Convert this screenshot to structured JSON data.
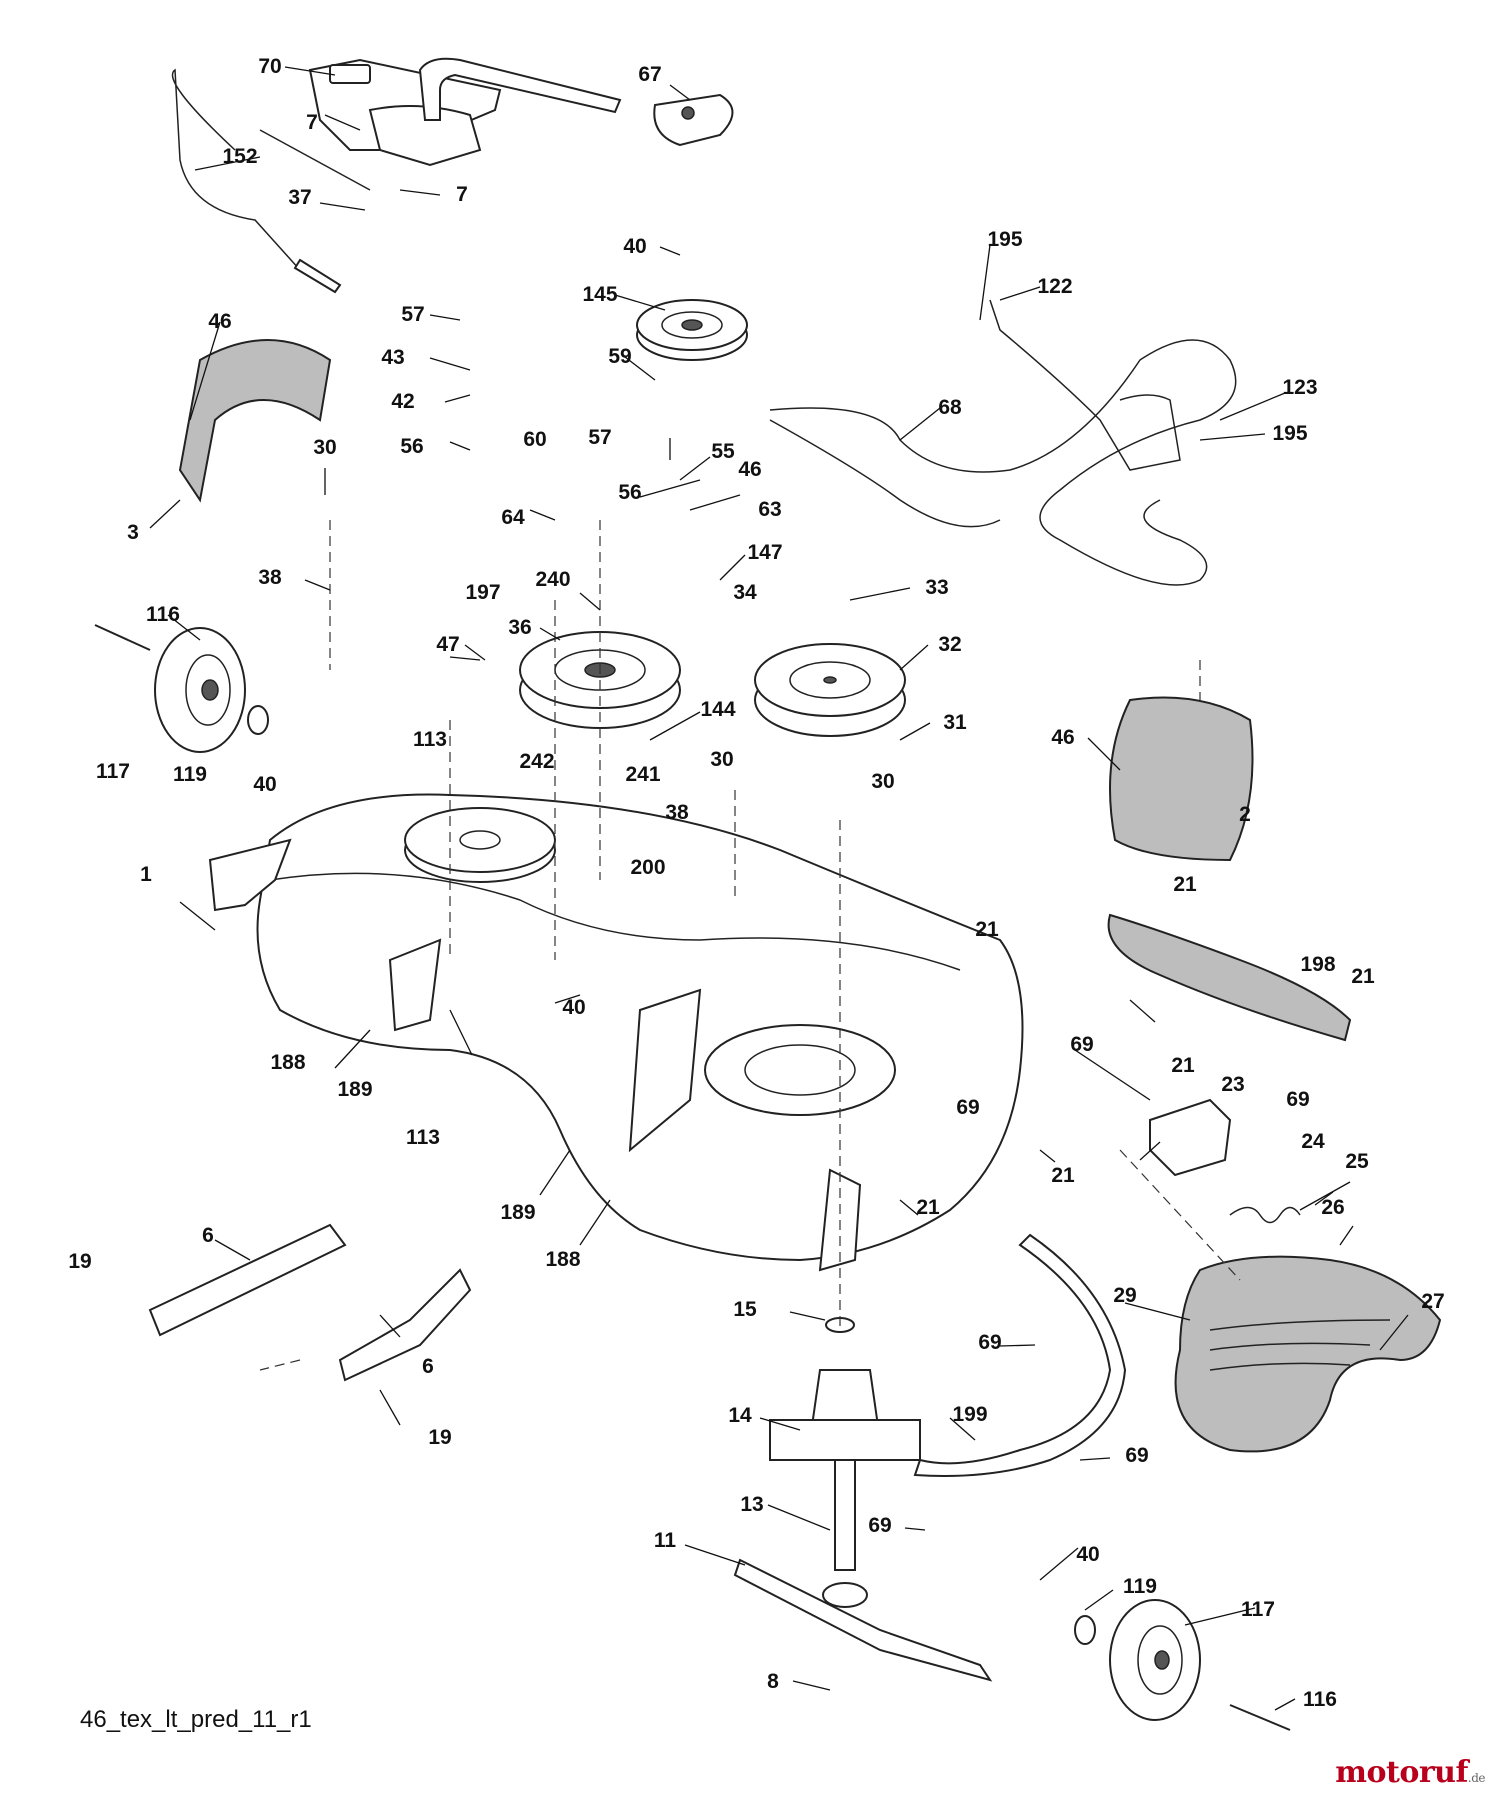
{
  "diagram": {
    "footer_code": "46_tex_lt_pred_11_r1",
    "watermark": "motoruf",
    "watermark_suffix": ".de",
    "callouts": [
      "70",
      "67",
      "7",
      "152",
      "7",
      "37",
      "40",
      "145",
      "195",
      "122",
      "46",
      "57",
      "59",
      "43",
      "42",
      "60",
      "56",
      "30",
      "57",
      "68",
      "123",
      "195",
      "3",
      "55",
      "46",
      "56",
      "64",
      "63",
      "38",
      "147",
      "240",
      "34",
      "197",
      "33",
      "116",
      "36",
      "32",
      "47",
      "144",
      "31",
      "113",
      "117",
      "119",
      "40",
      "242",
      "30",
      "241",
      "46",
      "30",
      "2",
      "38",
      "200",
      "21",
      "1",
      "21",
      "198",
      "21",
      "40",
      "188",
      "189",
      "69",
      "113",
      "21",
      "23",
      "69",
      "69",
      "24",
      "25",
      "21",
      "21",
      "26",
      "189",
      "188",
      "6",
      "19",
      "29",
      "27",
      "15",
      "6",
      "69",
      "14",
      "19",
      "199",
      "69",
      "13",
      "69",
      "11",
      "40",
      "119",
      "117",
      "8",
      "116"
    ]
  }
}
